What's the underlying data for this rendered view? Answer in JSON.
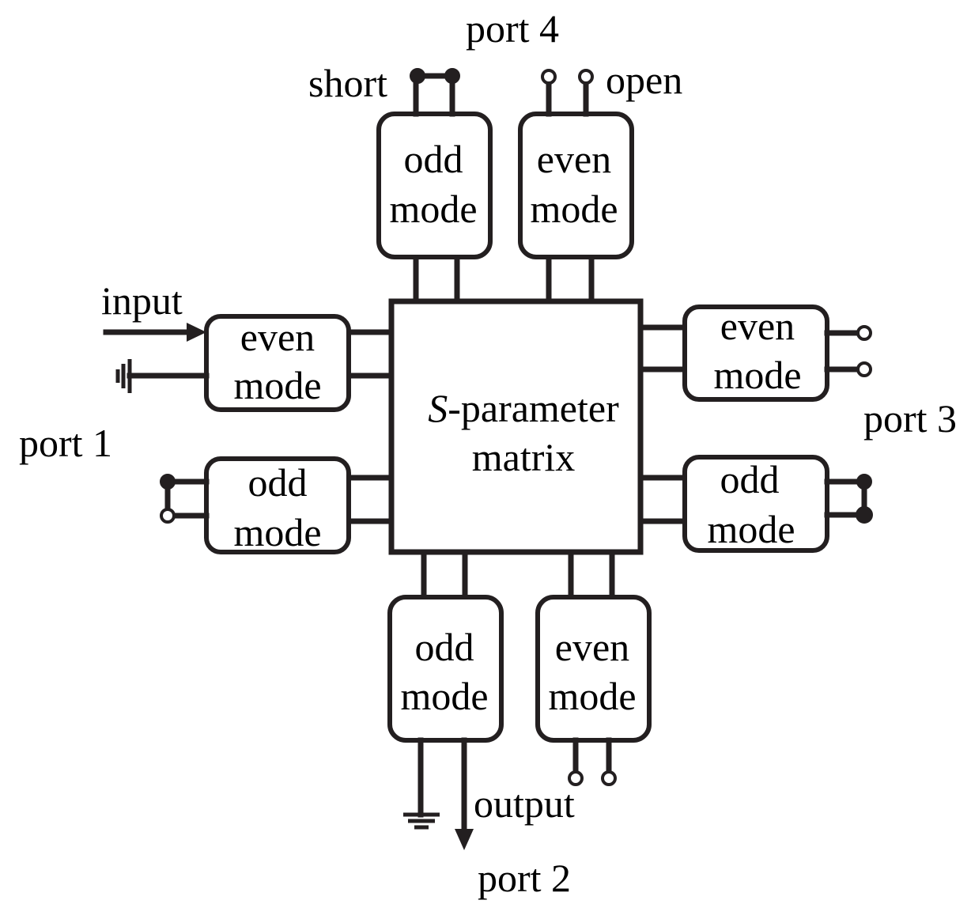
{
  "diagram": {
    "center": {
      "prefix": "S",
      "suffix": "-parameter",
      "line2": "matrix"
    },
    "labels": {
      "port1": "port 1",
      "port2": "port 2",
      "port3": "port 3",
      "port4": "port 4",
      "input": "input",
      "output": "output",
      "short": "short",
      "open": "open"
    },
    "blocks": {
      "top_odd": [
        "odd",
        "mode"
      ],
      "top_even": [
        "even",
        "mode"
      ],
      "left_even": [
        "even",
        "mode"
      ],
      "left_odd": [
        "odd",
        "mode"
      ],
      "right_even": [
        "even",
        "mode"
      ],
      "right_odd": [
        "odd",
        "mode"
      ],
      "bottom_odd": [
        "odd",
        "mode"
      ],
      "bottom_even": [
        "even",
        "mode"
      ]
    }
  }
}
